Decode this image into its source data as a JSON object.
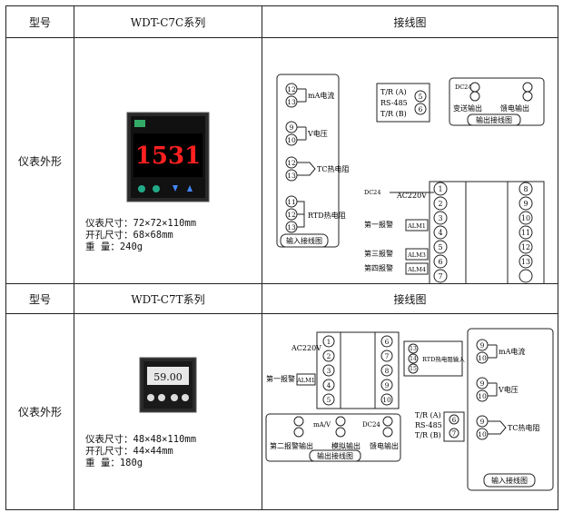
{
  "table1": {
    "col_model": "型号",
    "model_name": "WDT-C7C系列",
    "col_wiring": "接线图",
    "row_label": "仪表外形",
    "display_value": "1531",
    "specs": [
      "仪表尺寸：72×72×110mm",
      "开孔尺寸：68×68mm",
      "重    量：240g"
    ],
    "wiring": {
      "ma_current": "mA电流",
      "voltage": "V电压",
      "tc": "TC热电阻",
      "rtd": "RTD热电阻",
      "input_wiring": "输入接线图",
      "tr_a": "T/R (A)",
      "rs485": "RS-485",
      "tr_b": "T/R (B)",
      "dc24": "DC24",
      "transmit_out": "变送输出",
      "feed_out": "馈电输出",
      "output_wiring": "输出接线图",
      "ac220": "AC220V",
      "alarm1": "第一报警",
      "alarm3": "第三报警",
      "alarm4": "第四报警",
      "alm1": "ALM1",
      "alm3": "ALM3",
      "alm4": "ALM4"
    }
  },
  "table2": {
    "col_model": "型号",
    "model_name": "WDT-C7T系列",
    "col_wiring": "接线图",
    "row_label": "仪表外形",
    "display_value": "59.00",
    "specs": [
      "仪表尺寸：48×48×110mm",
      "开孔尺寸：44×44mm",
      "重    量：180g"
    ],
    "wiring": {
      "ac220": "AC220V",
      "alarm1": "第一报警",
      "alm1": "ALM1",
      "rtd_input": "RTD热电阻输入",
      "alarm2_out": "第二报警输出",
      "analog_out": "模拟输出",
      "dc24": "DC24",
      "feed_out": "馈电输出",
      "output_wiring": "输出接线图",
      "ma_label": "mA/V",
      "tr_a": "T/R (A)",
      "rs485": "RS-485",
      "tr_b": "T/R (B)",
      "ma_current": "mA电流",
      "voltage": "V电压",
      "tc": "TC热电阻",
      "input_wiring": "输入接线图"
    }
  }
}
